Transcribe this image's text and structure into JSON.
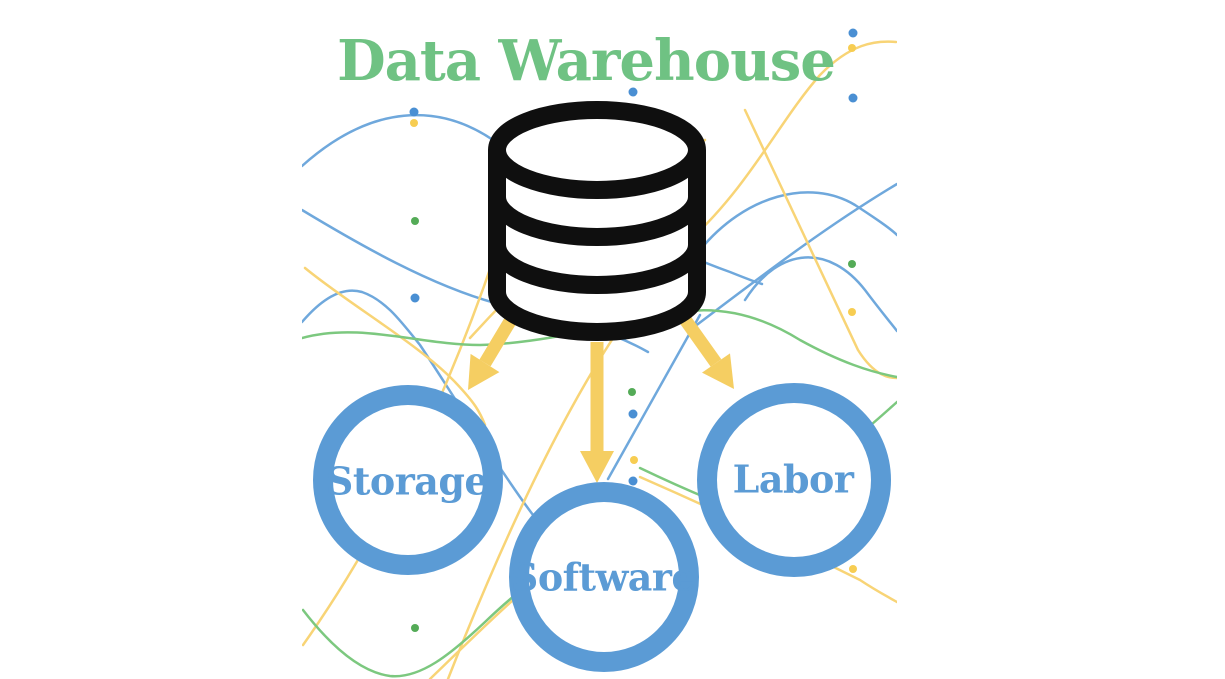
{
  "title": {
    "text": "Data Warehouse"
  },
  "diagram": {
    "source_icon": "database-cylinder-icon",
    "nodes": [
      {
        "label": "Storage"
      },
      {
        "label": "Software"
      },
      {
        "label": "Labor"
      }
    ],
    "connections": [
      {
        "from": "database",
        "to": "Storage"
      },
      {
        "from": "database",
        "to": "Software"
      },
      {
        "from": "database",
        "to": "Labor"
      }
    ]
  },
  "colors": {
    "page_bg": "#ffffff",
    "title_green": "#6fc283",
    "node_blue": "#5b9bd5",
    "icon_black": "#0f0f0f",
    "arrow_yellow": "#f5ce62",
    "wave_blue": "#6fa8dc",
    "wave_yellow": "#f8d476",
    "wave_green": "#7cc87f",
    "dot_blue": "#4a8fd3",
    "dot_yellow": "#f7cd52",
    "dot_green": "#54ab57"
  }
}
